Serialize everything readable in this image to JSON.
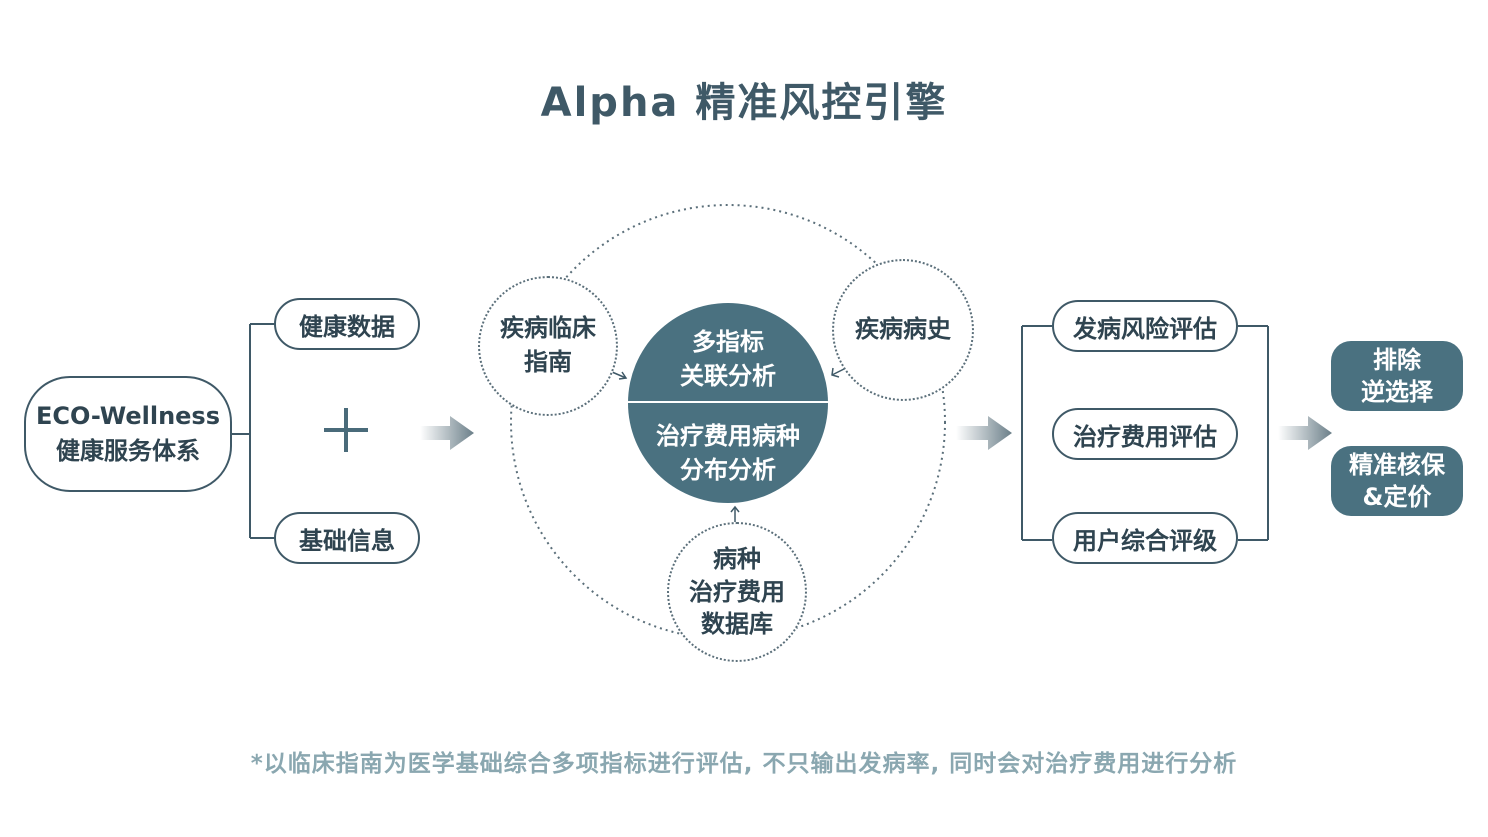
{
  "title": "Alpha 精准风控引擎",
  "input": {
    "main_line1": "ECO-Wellness",
    "main_line2": "健康服务体系",
    "item_top": "健康数据",
    "item_bottom": "基础信息",
    "plus_symbol": "+"
  },
  "engine": {
    "core_top_line1": "多指标",
    "core_top_line2": "关联分析",
    "core_bottom_line1": "治疗费用病种",
    "core_bottom_line2": "分布分析",
    "satellite_left_line1": "疾病临床",
    "satellite_left_line2": "指南",
    "satellite_right": "疾病病史",
    "satellite_bottom_line1": "病种",
    "satellite_bottom_line2": "治疗费用",
    "satellite_bottom_line3": "数据库"
  },
  "evaluations": {
    "items": [
      "发病风险评估",
      "治疗费用评估",
      "用户综合评级"
    ]
  },
  "results": {
    "item1_line1": "排除",
    "item1_line2": "逆选择",
    "item2_line1": "精准核保",
    "item2_line2": "&定价"
  },
  "footnote": "*以临床指南为医学基础综合多项指标进行评估, 不只输出发病率, 同时会对治疗费用进行分析",
  "colors": {
    "primary": "#4a7180",
    "title": "#3f5967",
    "footnote": "#8aa7b0",
    "outline": "#3f5967"
  }
}
